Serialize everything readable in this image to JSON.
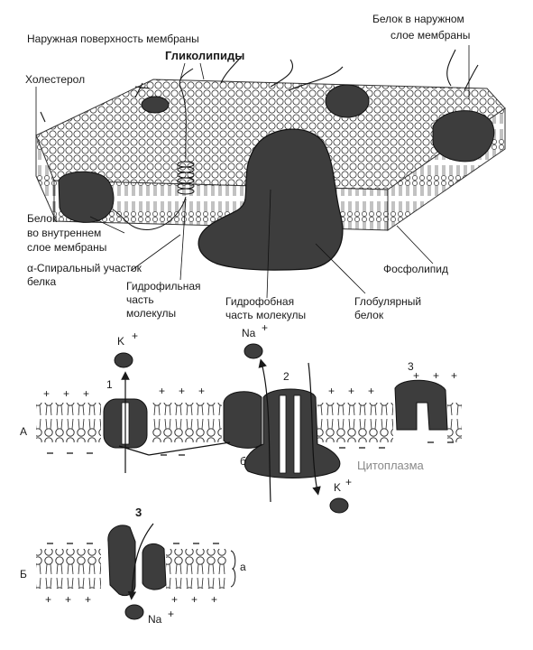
{
  "top": {
    "labels": {
      "outer_surface": "Наружная поверхность мембраны",
      "glycolipids": "Гликолипиды",
      "cholesterol": "Холестерол",
      "outer_protein_1": "Белок в наружном",
      "outer_protein_2": "слое мембраны",
      "inner_protein_1": "Белок",
      "inner_protein_2": "во внутреннем",
      "inner_protein_3": "слое мембраны",
      "alpha_helix_1": "α-Спиральный участок",
      "alpha_helix_2": "белка",
      "phospholipid": "Фосфолипид",
      "hydrophilic_1": "Гидрофильная",
      "hydrophilic_2": "часть",
      "hydrophilic_3": "молекулы",
      "hydrophobic_1": "Гидрофобная",
      "hydrophobic_2": "часть молекулы",
      "globular_1": "Глобулярный",
      "globular_2": "белок"
    }
  },
  "channels": {
    "ion_k": "K",
    "ion_na": "Na",
    "charge_plus": "+",
    "num_1": "1",
    "num_2": "2",
    "num_3": "3",
    "letter_a": "А",
    "letter_b": "б",
    "cytoplasm": "Цитоплазма"
  },
  "bottom": {
    "num_3": "3",
    "letter_b_cap": "Б",
    "letter_a": "а",
    "ion_na": "Na",
    "charge_plus": "+"
  },
  "colors": {
    "ink": "#1a1a1a",
    "protein": "#3d3d3d",
    "membrane_fill": "#ffffff"
  },
  "icons": [
    "ion-k-icon",
    "ion-na-icon",
    "arrow-icon"
  ]
}
